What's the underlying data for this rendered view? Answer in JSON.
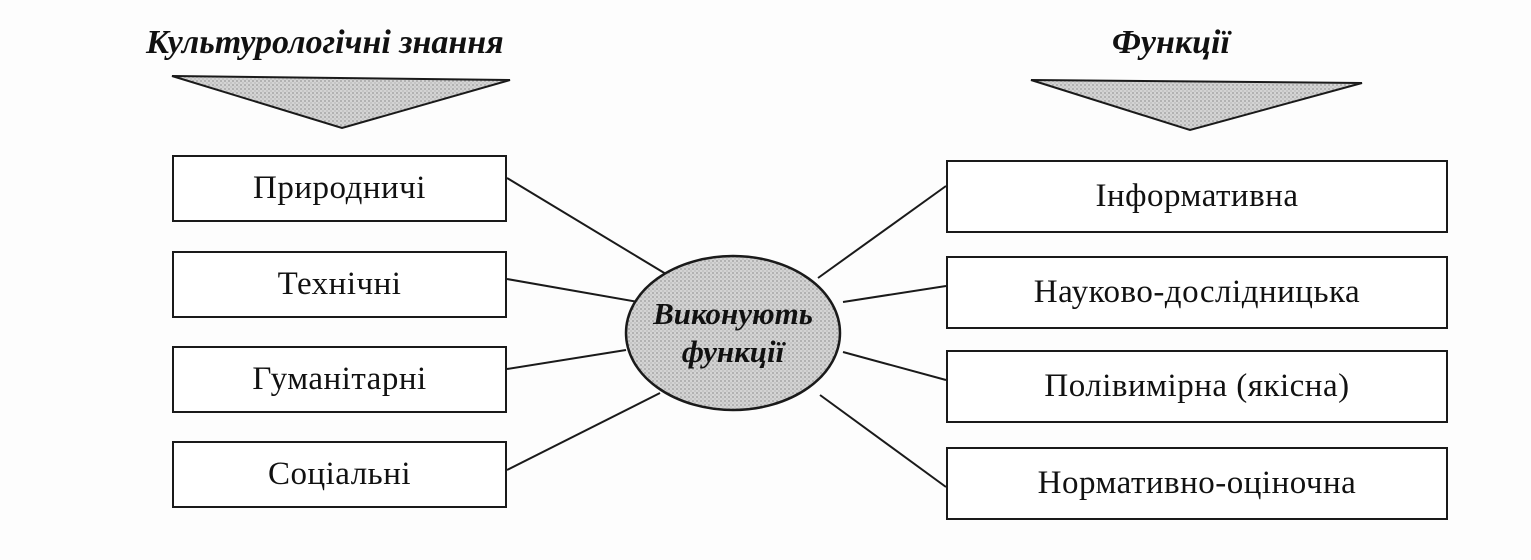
{
  "headings": {
    "left": "Культурологічні знання",
    "right": "Функції"
  },
  "center": {
    "line1": "Виконують",
    "line2": "функції"
  },
  "knowledge_types": [
    "Природничі",
    "Технічні",
    "Гуманітарні",
    "Соціальні"
  ],
  "functions": [
    "Інформативна",
    "Науково-дослідницька",
    "Полівимірна (якісна)",
    "Нормативно-оціночна"
  ]
}
